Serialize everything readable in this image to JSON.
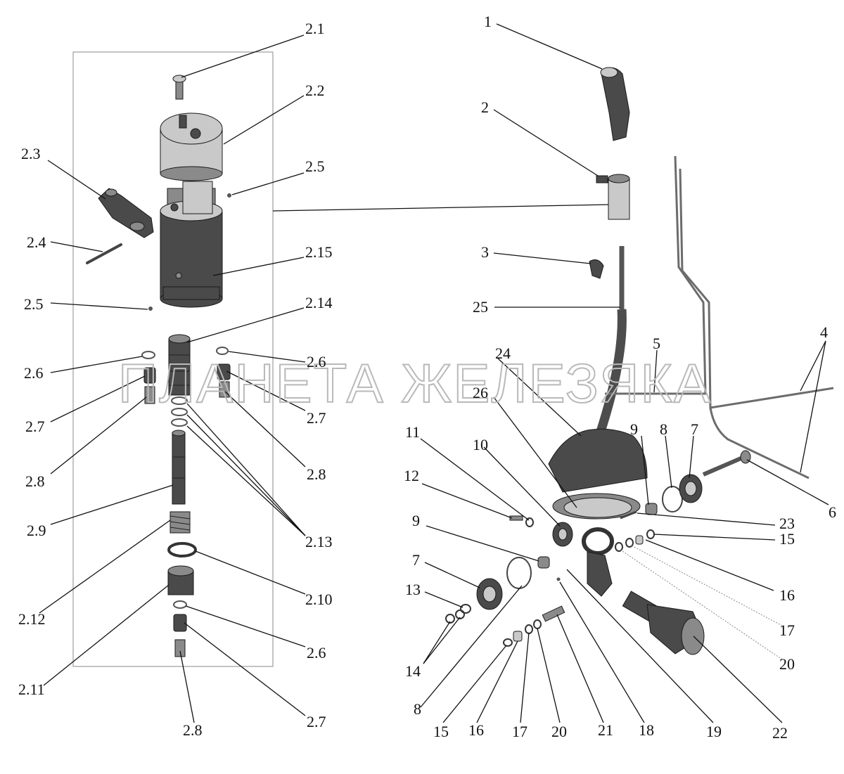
{
  "watermark": "ПЛАНЕТА ЖЕЛЕЗЯКА",
  "labels": {
    "l1": "1",
    "l2": "2",
    "l3": "3",
    "l4": "4",
    "l5": "5",
    "l6": "6",
    "l7a": "7",
    "l7b": "7",
    "l8a": "8",
    "l8b": "8",
    "l9a": "9",
    "l9b": "9",
    "l10": "10",
    "l11": "11",
    "l12": "12",
    "l13": "13",
    "l14": "14",
    "l15a": "15",
    "l15b": "15",
    "l16a": "16",
    "l16b": "16",
    "l17a": "17",
    "l17b": "17",
    "l18": "18",
    "l19": "19",
    "l20a": "20",
    "l20b": "20",
    "l21": "21",
    "l22": "22",
    "l23": "23",
    "l24": "24",
    "l25": "25",
    "l26": "26",
    "s21": "2.1",
    "s22": "2.2",
    "s23": "2.3",
    "s24": "2.4",
    "s25a": "2.5",
    "s25b": "2.5",
    "s26a": "2.6",
    "s26b": "2.6",
    "s26c": "2.6",
    "s27a": "2.7",
    "s27b": "2.7",
    "s27c": "2.7",
    "s28a": "2.8",
    "s28b": "2.8",
    "s28c": "2.8",
    "s29": "2.9",
    "s210": "2.10",
    "s211": "2.11",
    "s212": "2.12",
    "s213": "2.13",
    "s214": "2.14",
    "s215": "2.15"
  }
}
